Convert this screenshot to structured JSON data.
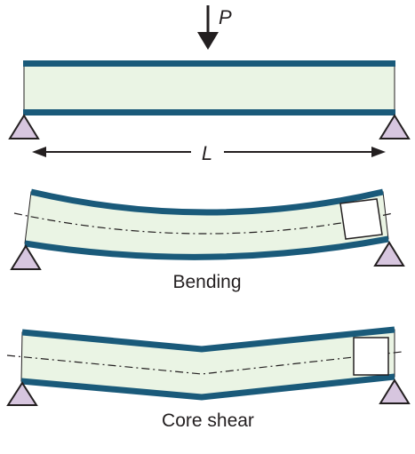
{
  "figure": {
    "load_label": "P",
    "span_label": "L",
    "panels": [
      {
        "caption": ""
      },
      {
        "caption": "Bending"
      },
      {
        "caption": "Core shear"
      }
    ]
  },
  "colors": {
    "face_sheet": "#1a5a7a",
    "core": "#eaf4e4",
    "support_fill": "#d7c6df",
    "outline": "#231f20"
  }
}
